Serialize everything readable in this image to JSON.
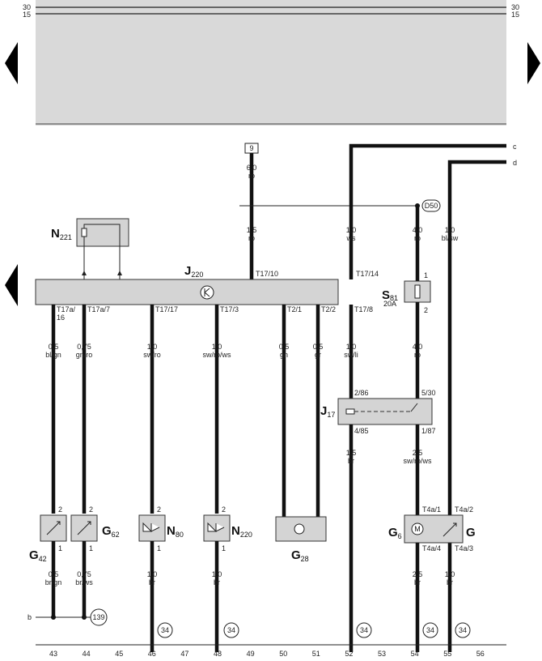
{
  "bus": {
    "left": [
      "30",
      "15"
    ],
    "right": [
      "30",
      "15"
    ]
  },
  "refs": {
    "c": "c",
    "d": "d",
    "b": "b",
    "box9": "9",
    "d50": "D50",
    "n139": "139",
    "ground": "34"
  },
  "components": {
    "n221": {
      "letter": "N",
      "sub": "221"
    },
    "j220": {
      "letter": "J",
      "sub": "220"
    },
    "s81": {
      "letter": "S",
      "sub": "81",
      "rating": "20A"
    },
    "j17": {
      "letter": "J",
      "sub": "17"
    },
    "g42": {
      "letter": "G",
      "sub": "42"
    },
    "g62": {
      "letter": "G",
      "sub": "62"
    },
    "n80": {
      "letter": "N",
      "sub": "80"
    },
    "n220": {
      "letter": "N",
      "sub": "220"
    },
    "g28": {
      "letter": "G",
      "sub": "28"
    },
    "g6": {
      "letter": "G",
      "sub": "6"
    },
    "g": {
      "letter": "G",
      "sub": ""
    }
  },
  "pins": {
    "t17_10": "T17/10",
    "t17_14": "T17/14",
    "t17a16_a": "T17a/",
    "t17a16_b": "16",
    "t17a7": "T17a/7",
    "t17_17": "T17/17",
    "t17_3": "T17/3",
    "t2_1": "T2/1",
    "t2_2": "T2/2",
    "t17_8": "T17/8",
    "s81_1": "1",
    "s81_2": "2",
    "j17_286": "2/86",
    "j17_530": "5/30",
    "j17_485": "4/85",
    "j17_187": "1/87",
    "t4a1": "T4a/1",
    "t4a2": "T4a/2",
    "t4a4": "T4a/4",
    "t4a3": "T4a/3",
    "p2": "2",
    "p1": "1"
  },
  "wires": {
    "w9": {
      "size": "6,0",
      "color": "ro"
    },
    "w15ro": {
      "size": "1,5",
      "color": "ro"
    },
    "w52top": {
      "size": "1,0",
      "color": "ws"
    },
    "w54top": {
      "size": "4,0",
      "color": "ro"
    },
    "w55top": {
      "size": "1,0",
      "color": "bl/sw"
    },
    "w43": {
      "size": "0,5",
      "color": "bl/gn"
    },
    "w44": {
      "size": "0,75",
      "color": "gn/ro"
    },
    "w46": {
      "size": "1,0",
      "color": "sw/ro"
    },
    "w48": {
      "size": "1,0",
      "color": "sw/ro/ws"
    },
    "w50": {
      "size": "0,5",
      "color": "gn"
    },
    "w51": {
      "size": "0,5",
      "color": "gr"
    },
    "w52mid": {
      "size": "1,0",
      "color": "sw/li"
    },
    "w54mid": {
      "size": "4,0",
      "color": "ro"
    },
    "w52low": {
      "size": "1,5",
      "color": "br"
    },
    "w54low": {
      "size": "2,5",
      "color": "sw/ro/ws"
    },
    "w43b": {
      "size": "0,5",
      "color": "br/gn"
    },
    "w44b": {
      "size": "0,75",
      "color": "br/ws"
    },
    "w46b": {
      "size": "1,0",
      "color": "br"
    },
    "w48b": {
      "size": "1,0",
      "color": "br"
    },
    "w54b": {
      "size": "2,5",
      "color": "br"
    },
    "w55b": {
      "size": "1,0",
      "color": "br"
    }
  },
  "columns": [
    "43",
    "44",
    "45",
    "46",
    "47",
    "48",
    "49",
    "50",
    "51",
    "52",
    "53",
    "54",
    "55",
    "56"
  ]
}
